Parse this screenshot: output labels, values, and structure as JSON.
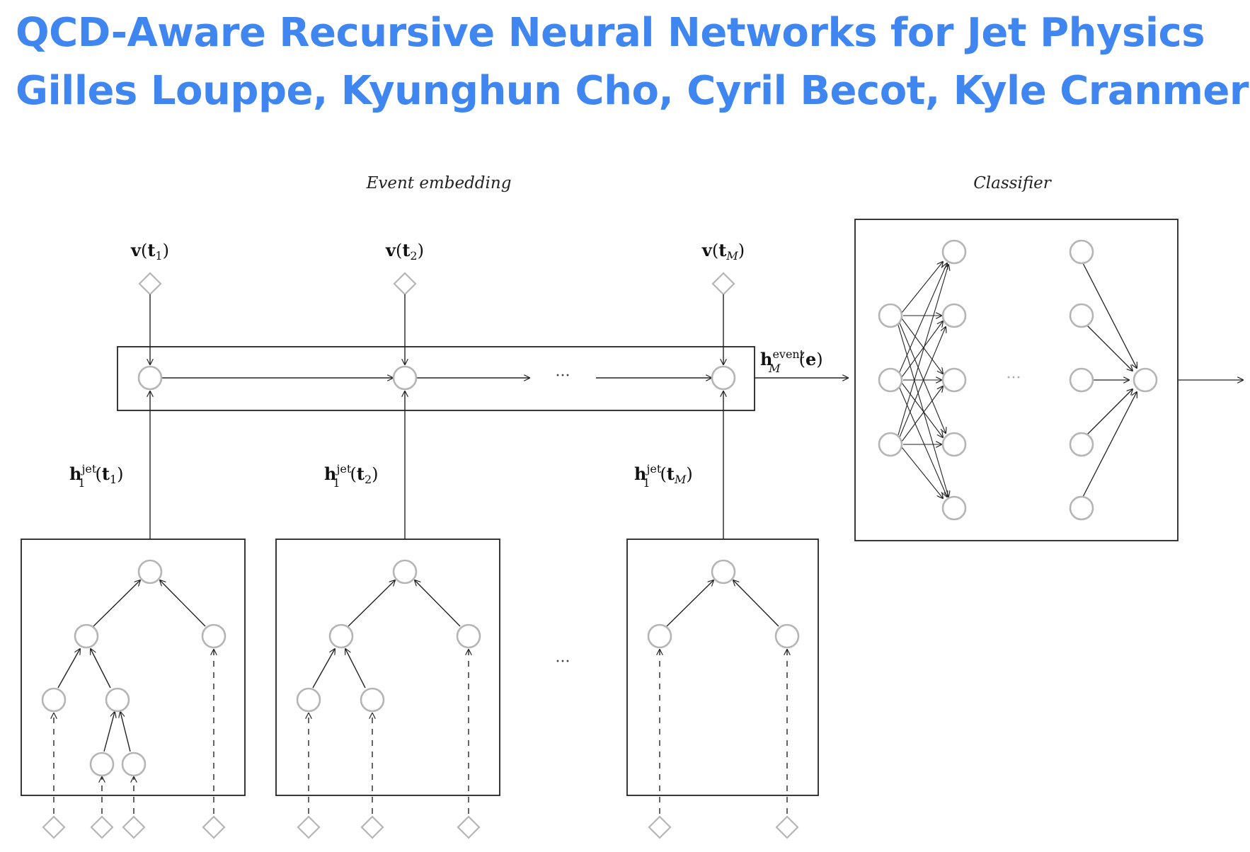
{
  "header": {
    "title": "QCD-Aware Recursive Neural Networks for Jet Physics",
    "authors": "Gilles Louppe, Kyunghun Cho, Cyril Becot, Kyle Cranmer"
  },
  "diagram": {
    "event_embedding_label": "Event embedding",
    "classifier_label": "Classifier",
    "inputs": [
      {
        "bold": "v",
        "open": "(",
        "t": "t",
        "sub": "1",
        "close": ")"
      },
      {
        "bold": "v",
        "open": "(",
        "t": "t",
        "sub": "2",
        "close": ")"
      },
      {
        "bold": "v",
        "open": "(",
        "t": "t",
        "sub": "M",
        "close": ")"
      }
    ],
    "jet_embeddings": [
      {
        "bold": "h",
        "sup": "jet",
        "sub": "1",
        "open": "(",
        "t": "t",
        "tsub": "1",
        "close": ")"
      },
      {
        "bold": "h",
        "sup": "jet",
        "sub": "1",
        "open": "(",
        "t": "t",
        "tsub": "2",
        "close": ")"
      },
      {
        "bold": "h",
        "sup": "jet",
        "sub": "1",
        "open": "(",
        "t": "t",
        "tsub": "M",
        "close": ")"
      }
    ],
    "event_output": {
      "bold": "h",
      "sup": "event",
      "sub": "M",
      "open": "(",
      "e": "e",
      "close": ")"
    },
    "ellipsis": "···"
  },
  "colors": {
    "title": "#3f86f0",
    "node_stroke": "#b5b5b5",
    "line": "#222222"
  }
}
